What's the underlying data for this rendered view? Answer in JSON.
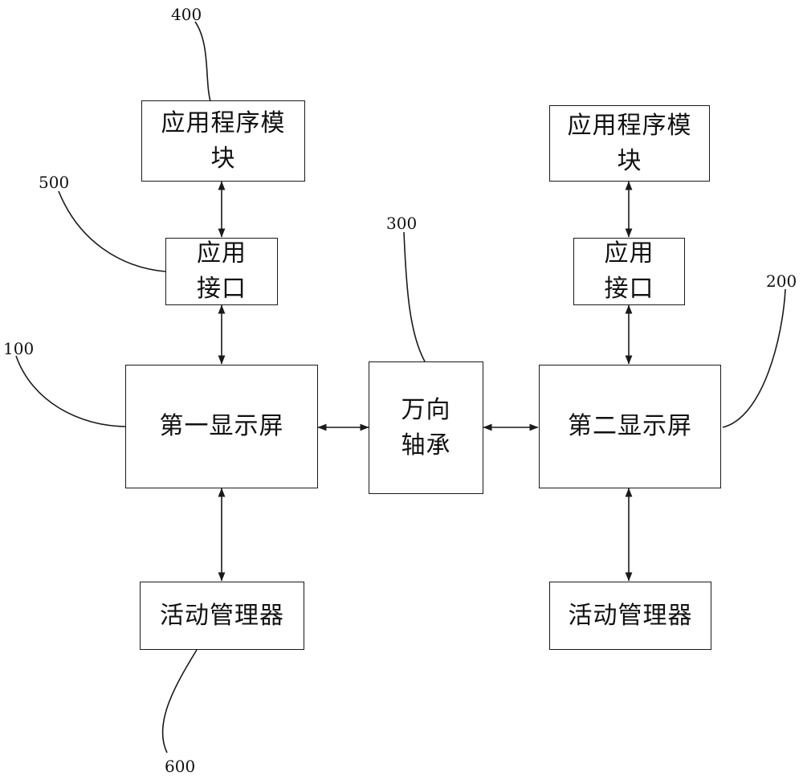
{
  "left": {
    "app_module": [
      "应用程序模",
      "块"
    ],
    "app_interface": [
      "应用",
      "接口"
    ],
    "display": "第一显示屏",
    "activity_manager": "活动管理器"
  },
  "center": {
    "universal_bearing": [
      "万向",
      "轴承"
    ]
  },
  "right": {
    "app_module": [
      "应用程序模",
      "块"
    ],
    "app_interface": [
      "应用",
      "接口"
    ],
    "display": "第二显示屏",
    "activity_manager": "活动管理器"
  },
  "refs": {
    "first_display": "100",
    "second_display": "200",
    "universal_bearing": "300",
    "app_module": "400",
    "app_interface": "500",
    "activity_manager": "600"
  }
}
